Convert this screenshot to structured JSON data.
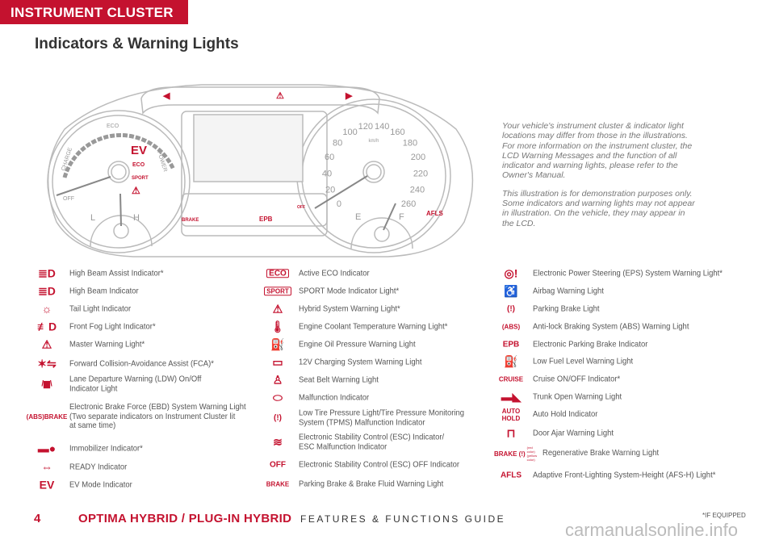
{
  "header": {
    "section_tab": "INSTRUMENT CLUSTER",
    "title": "Indicators & Warning Lights"
  },
  "cluster": {
    "left_gauge": {
      "eco": "ECO",
      "charge": "CHARGE",
      "power": "POWER",
      "off": "OFF",
      "low": "L",
      "high": "H",
      "ev": "EV",
      "eco_badge": "ECO",
      "sport_badge": "SPORT"
    },
    "speedometer": {
      "unit": "km/h",
      "ticks": [
        "0",
        "20",
        "40",
        "60",
        "80",
        "100",
        "120",
        "140",
        "160",
        "180",
        "200",
        "220",
        "240",
        "260"
      ],
      "afls": "AFLS"
    },
    "fuel_gauge": {
      "empty": "E",
      "full": "F"
    },
    "lower_panel": {
      "brake": "BRAKE",
      "epb": "EPB",
      "off": "OFF"
    }
  },
  "notes": [
    "Your vehicle's instrument cluster & indicator light locations may differ from those in the illustrations. For more information on the instrument cluster, the LCD Warning Messages and the function of all indicator and warning lights, please refer to the Owner's Manual.",
    "This illustration is for demonstration purposes only. Some indicators and warning lights may not appear in illustration. On the vehicle, they may appear in the LCD."
  ],
  "legend": [
    [
      {
        "icon": "high-beam-assist-icon",
        "glyph": "≣D",
        "label": "High Beam Assist Indicator*"
      },
      {
        "icon": "high-beam-icon",
        "glyph": "≣D",
        "label": "High Beam Indicator"
      },
      {
        "icon": "tail-light-icon",
        "glyph": "☼",
        "label": "Tail Light Indicator"
      },
      {
        "icon": "front-fog-light-icon",
        "glyph": "≢D",
        "label": "Front Fog Light Indicator*"
      },
      {
        "icon": "master-warning-icon",
        "glyph": "⚠",
        "label": "Master Warning Light*"
      },
      {
        "icon": "fca-icon",
        "glyph": "✶⇋",
        "label": "Forward Collision-Avoidance Assist (FCA)*"
      },
      {
        "icon": "ldw-icon",
        "glyph": "/▆\\",
        "label": "Lane Departure Warning (LDW) On/Off\nIndicator Light"
      },
      {
        "icon": "ebd-icon",
        "glyph": "(ABS)BRAKE",
        "label": "Electronic Brake Force (EBD) System Warning Light\n(Two separate indicators on Instrument Cluster lit\nat same time)"
      },
      {
        "icon": "immobilizer-icon",
        "glyph": "▬●",
        "label": "Immobilizer Indicator*"
      },
      {
        "icon": "ready-icon",
        "glyph": "⇔",
        "label": "READY Indicator"
      },
      {
        "icon": "ev-mode-icon",
        "glyph": "EV",
        "label": "EV Mode Indicator"
      }
    ],
    [
      {
        "icon": "eco-icon",
        "glyph": "ECO",
        "boxed": true,
        "label": "Active ECO Indicator"
      },
      {
        "icon": "sport-icon",
        "glyph": "SPORT",
        "boxed": true,
        "label": "SPORT Mode Indicator Light*"
      },
      {
        "icon": "hybrid-warning-icon",
        "glyph": "⚠",
        "label": "Hybrid System Warning Light*"
      },
      {
        "icon": "coolant-temp-icon",
        "glyph": "🌡",
        "label": "Engine Coolant Temperature Warning Light*"
      },
      {
        "icon": "oil-pressure-icon",
        "glyph": "⛽",
        "label": "Engine Oil Pressure Warning Light"
      },
      {
        "icon": "battery-icon",
        "glyph": "▭",
        "label": "12V Charging System Warning Light"
      },
      {
        "icon": "seat-belt-icon",
        "glyph": "♙",
        "label": "Seat Belt Warning Light"
      },
      {
        "icon": "engine-icon",
        "glyph": "⬭",
        "label": "Malfunction Indicator"
      },
      {
        "icon": "tpms-icon",
        "glyph": "(!)",
        "label": "Low Tire Pressure Light/Tire Pressure Monitoring\nSystem (TPMS) Malfunction Indicator"
      },
      {
        "icon": "esc-icon",
        "glyph": "≋",
        "label": "Electronic Stability Control (ESC) Indicator/\nESC Malfunction Indicator"
      },
      {
        "icon": "esc-off-icon",
        "glyph": "OFF",
        "label": "Electronic Stability Control (ESC) OFF Indicator"
      },
      {
        "icon": "parking-brake-fluid-icon",
        "glyph": "BRAKE",
        "label": "Parking Brake & Brake Fluid Warning Light"
      }
    ],
    [
      {
        "icon": "eps-icon",
        "glyph": "◎!",
        "label": "Electronic Power Steering (EPS) System Warning Light*"
      },
      {
        "icon": "airbag-icon",
        "glyph": "♿",
        "label": "Airbag Warning Light"
      },
      {
        "icon": "parking-brake-icon",
        "glyph": "(!)",
        "label": "Parking Brake Light"
      },
      {
        "icon": "abs-icon",
        "glyph": "(ABS)",
        "label": "Anti-lock Braking System (ABS) Warning Light"
      },
      {
        "icon": "epb-icon",
        "glyph": "EPB",
        "label": "Electronic Parking Brake Indicator"
      },
      {
        "icon": "low-fuel-icon",
        "glyph": "⛽",
        "label": "Low Fuel Level Warning Light"
      },
      {
        "icon": "cruise-icon",
        "glyph": "CRUISE",
        "label": "Cruise ON/OFF Indicator*"
      },
      {
        "icon": "trunk-open-icon",
        "glyph": "▬◣",
        "label": "Trunk Open Warning Light"
      },
      {
        "icon": "auto-hold-icon",
        "glyph": "AUTO\nHOLD",
        "label": "Auto Hold Indicator"
      },
      {
        "icon": "door-ajar-icon",
        "glyph": "⊓",
        "label": "Door Ajar Warning Light"
      },
      {
        "icon": "regen-brake-icon",
        "glyph": "BRAKE (!)",
        "sub": [
          "(red color)",
          "(yellow color)"
        ],
        "label": "Regenerative Brake Warning Light"
      },
      {
        "icon": "afls-icon",
        "glyph": "AFLS",
        "label": "Adaptive Front-Lighting System-Height (AFS-H) Light*"
      }
    ]
  ],
  "footer": {
    "page": "4",
    "brand": "OPTIMA HYBRID / PLUG-IN HYBRID",
    "guide": "FEATURES & FUNCTIONS GUIDE",
    "note": "*IF EQUIPPED",
    "watermark": "carmanualsonline.info"
  },
  "colors": {
    "accent": "#c4122f",
    "outline": "#bbbbbb",
    "text": "#555555"
  }
}
